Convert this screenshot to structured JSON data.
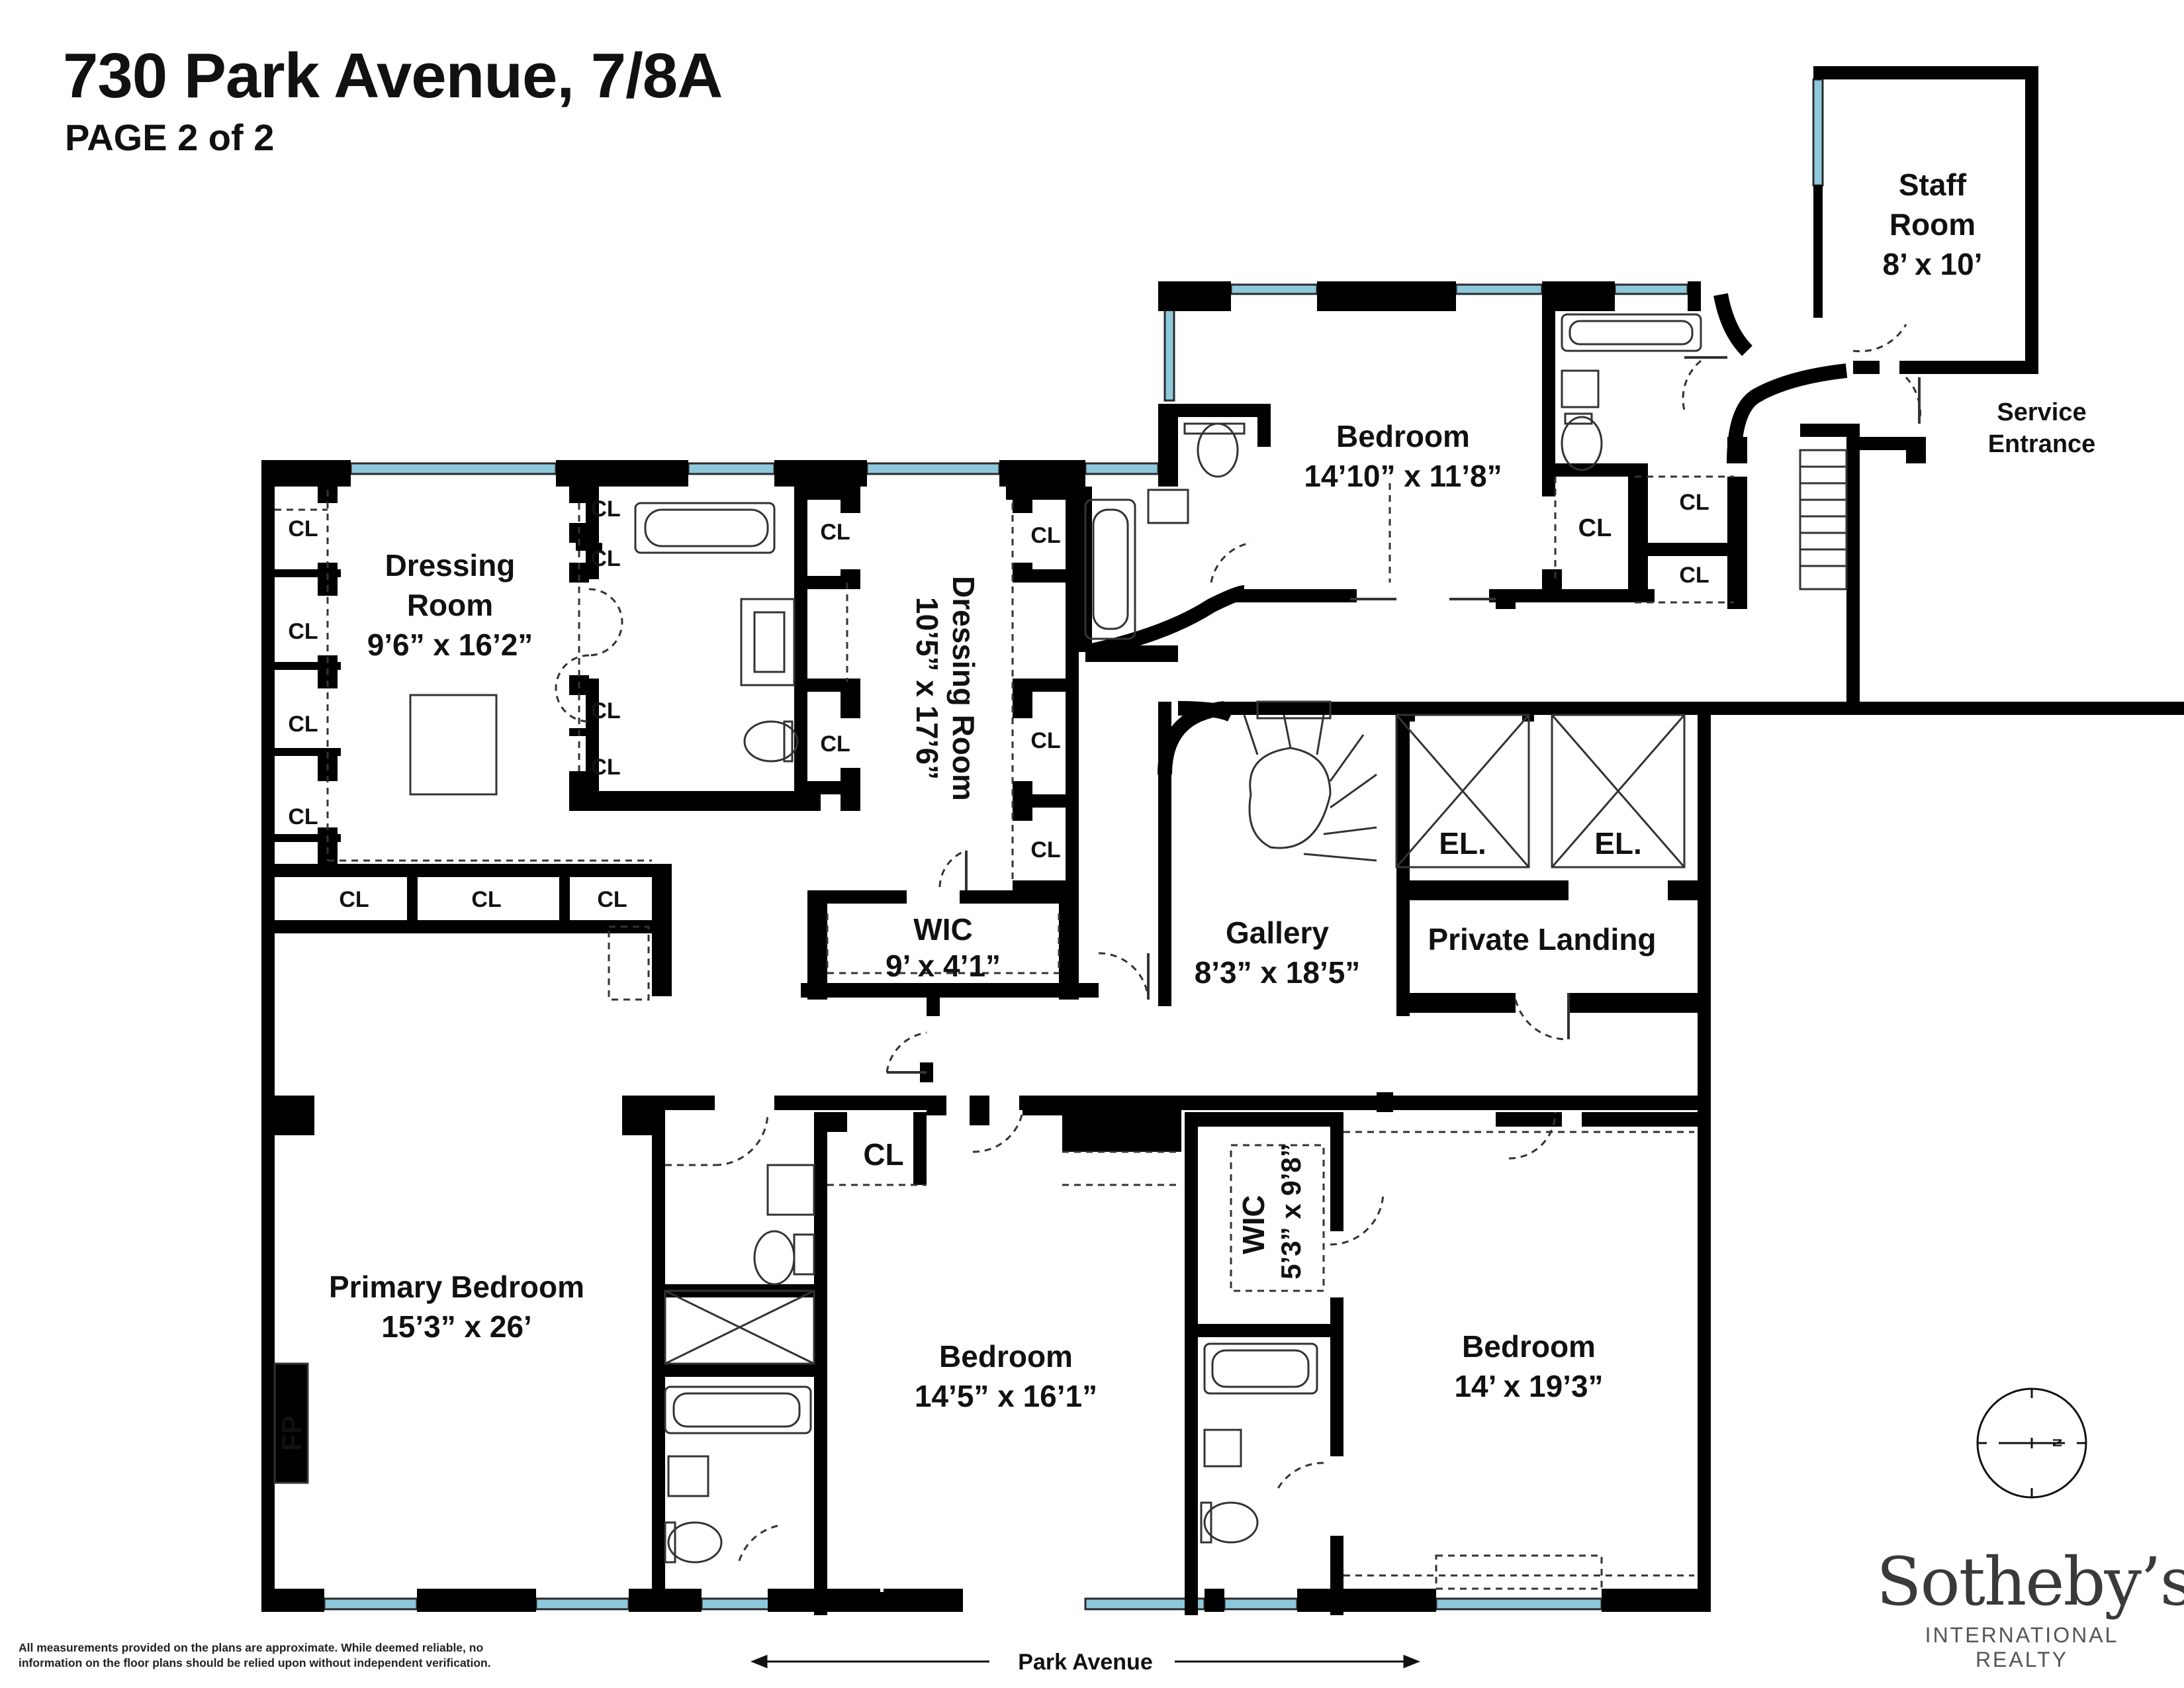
{
  "header": {
    "title": "730 Park Avenue, 7/8A",
    "page": "PAGE 2 of 2"
  },
  "rooms": {
    "dressing_room_1": {
      "name": [
        "Dressing",
        "Room"
      ],
      "dims": "9’6” x 16’2”"
    },
    "dressing_room_2": {
      "name": "Dressing Room",
      "dims": "10’5” x 17’6”"
    },
    "bedroom_north": {
      "name": "Bedroom",
      "dims": "14’10” x 11’8”"
    },
    "staff_room": {
      "name": [
        "Staff",
        "Room"
      ],
      "dims": "8’ x 10’"
    },
    "wic_1": {
      "name": "WIC",
      "dims": "9’ x 4’1”"
    },
    "gallery": {
      "name": "Gallery",
      "dims": "8’3” x 18’5”"
    },
    "private_landing": {
      "name": "Private Landing"
    },
    "elevator": "EL.",
    "primary_bedroom": {
      "name": "Primary Bedroom",
      "dims": "15’3” x 26’"
    },
    "bedroom_middle": {
      "name": "Bedroom",
      "dims": "14’5” x 16’1”"
    },
    "wic_2": {
      "name": "WIC",
      "dims": "5’3” x 9’8”"
    },
    "bedroom_east": {
      "name": "Bedroom",
      "dims": "14’ x 19’3”"
    },
    "closet": "CL",
    "fireplace": "FP",
    "service_entrance": [
      "Service",
      "Entrance"
    ]
  },
  "street_label": "Park Avenue",
  "compass_letter": "N",
  "disclaimer": "All measurements provided on the plans are approximate. While deemed reliable, no information on the floor plans should be relied upon without independent verification.",
  "brand": {
    "name": "Sotheby’s",
    "tagline": "INTERNATIONAL REALTY"
  },
  "colors": {
    "wall": "#000000",
    "window": "#8ec8dc",
    "background": "#ffffff"
  }
}
